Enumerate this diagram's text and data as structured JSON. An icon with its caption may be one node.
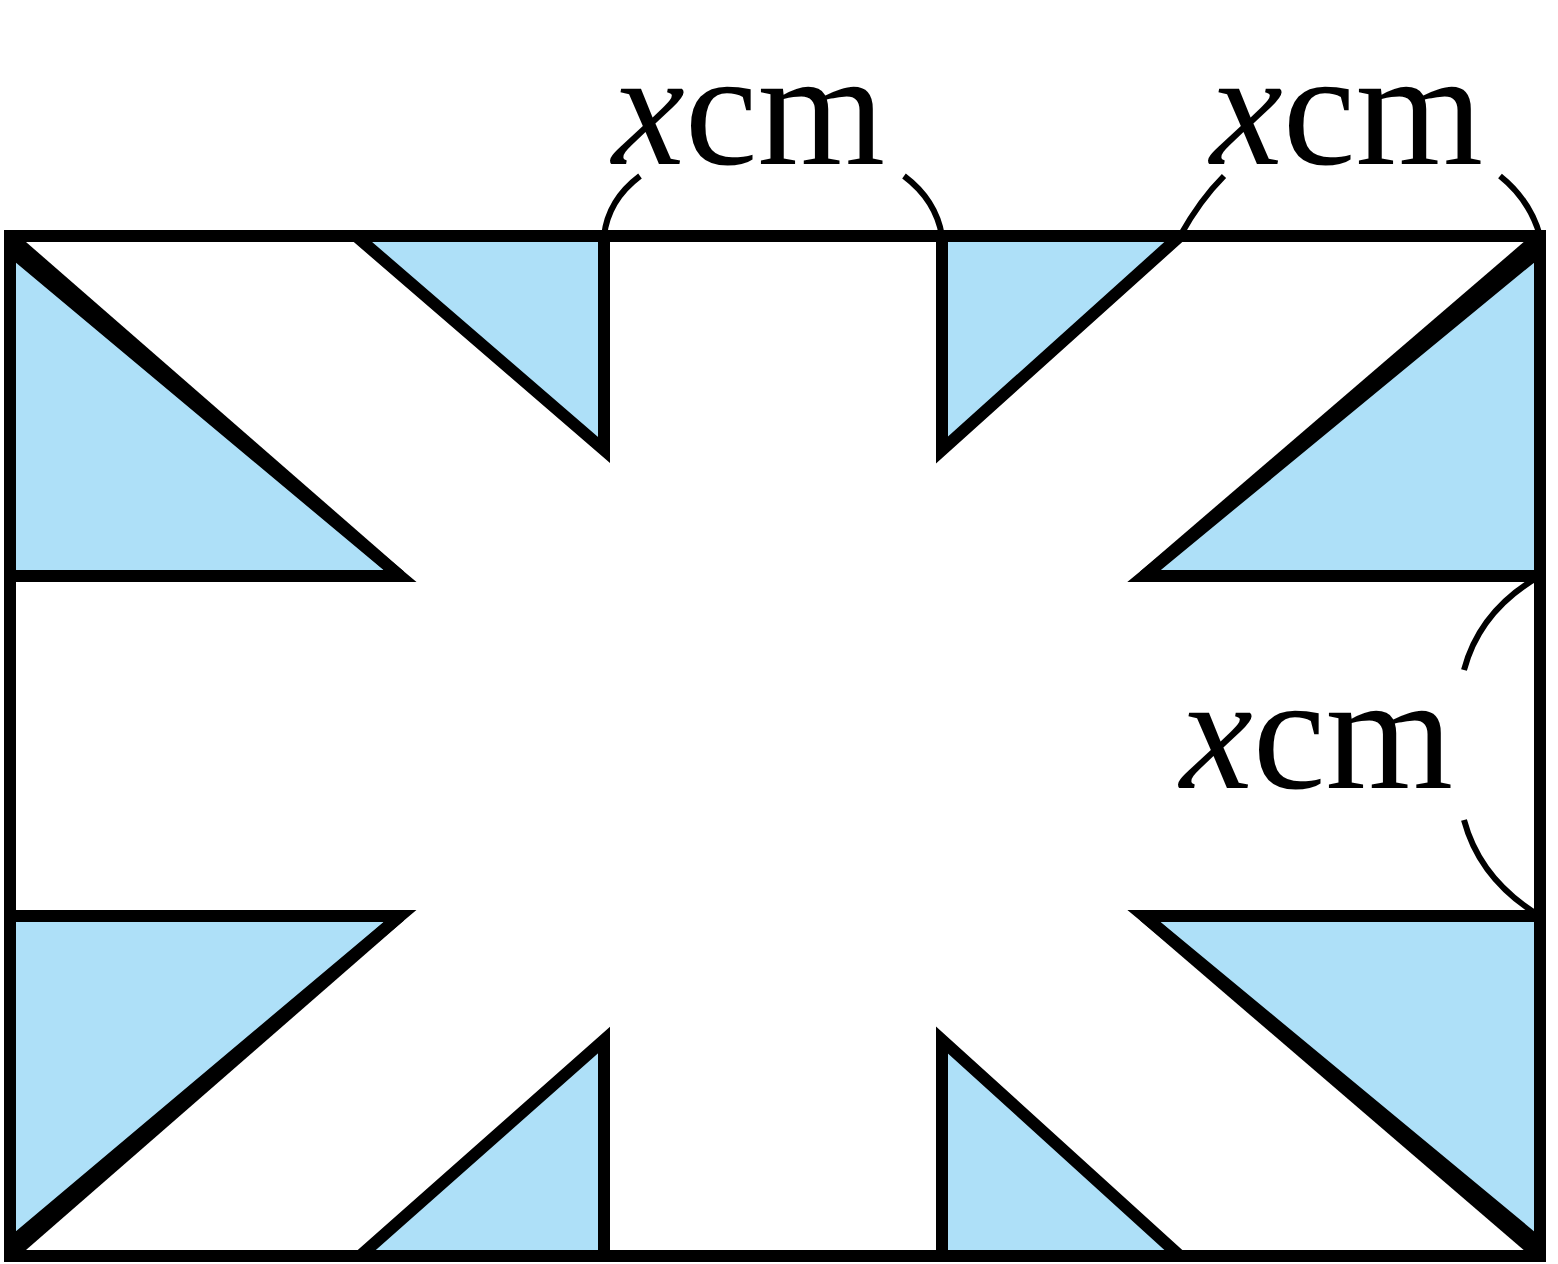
{
  "diagram": {
    "labels": [
      "xcm",
      "xcm",
      "xcm"
    ]
  }
}
